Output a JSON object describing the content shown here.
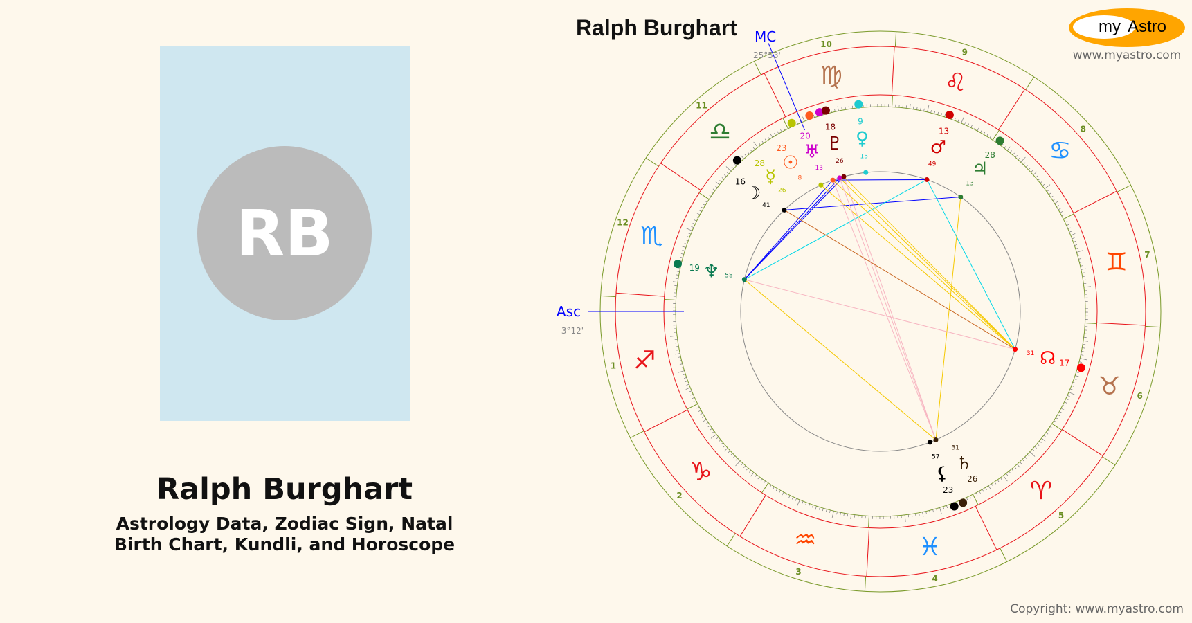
{
  "profile": {
    "initials": "RB",
    "name": "Ralph Burghart",
    "subtitle_line1": "Astrology Data, Zodiac Sign, Natal",
    "subtitle_line2": "Birth Chart, Kundli, and Horoscope"
  },
  "chart": {
    "title": "Ralph Burghart",
    "mc_label": "MC",
    "mc_value": "25°53'",
    "mc_longitude": 175.88,
    "asc_label": "Asc",
    "asc_value": "3°12'",
    "asc_longitude": 243.2,
    "house_cusps": [
      239.2,
      270.2,
      301.2,
      330.2,
      359.2,
      30.2,
      60.2,
      90.2,
      120.2,
      150.2,
      179.2,
      209.2
    ],
    "house_numbers": [
      "1",
      "2",
      "3",
      "4",
      "5",
      "6",
      "7",
      "8",
      "9",
      "10",
      "11",
      "12"
    ],
    "signs": [
      {
        "name": "aries",
        "glyph": "♈",
        "color": "#e8141a"
      },
      {
        "name": "taurus",
        "glyph": "♉",
        "color": "#b5734f"
      },
      {
        "name": "gemini",
        "glyph": "♊",
        "color": "#ff4500"
      },
      {
        "name": "cancer",
        "glyph": "♋",
        "color": "#1e90ff"
      },
      {
        "name": "leo",
        "glyph": "♌",
        "color": "#e8141a"
      },
      {
        "name": "virgo",
        "glyph": "♍",
        "color": "#b5734f"
      },
      {
        "name": "libra",
        "glyph": "♎",
        "color": "#2e7d32"
      },
      {
        "name": "scorpio",
        "glyph": "♏",
        "color": "#1e90ff"
      },
      {
        "name": "sagittarius",
        "glyph": "♐",
        "color": "#e8141a"
      },
      {
        "name": "capricorn",
        "glyph": "♑",
        "color": "#e8141a"
      },
      {
        "name": "aquarius",
        "glyph": "♒",
        "color": "#ff4500"
      },
      {
        "name": "pisces",
        "glyph": "♓",
        "color": "#1e90ff"
      }
    ],
    "planets": [
      {
        "id": "sun",
        "glyph": "☉",
        "lon": 173.13,
        "deg": "23",
        "min": "8",
        "color": "#ff5a1f"
      },
      {
        "id": "moon",
        "glyph": "☽",
        "lon": 196.68,
        "deg": "16",
        "min": "41",
        "color": "#000000"
      },
      {
        "id": "mercury",
        "glyph": "☿",
        "lon": 178.43,
        "deg": "28",
        "min": "26",
        "color": "#b8c400"
      },
      {
        "id": "venus",
        "glyph": "♀",
        "lon": 159.25,
        "deg": "9",
        "min": "15",
        "color": "#1ecbd0"
      },
      {
        "id": "mars",
        "glyph": "♂",
        "lon": 133.82,
        "deg": "13",
        "min": "49",
        "color": "#d00000"
      },
      {
        "id": "jupiter",
        "glyph": "♃",
        "lon": 118.22,
        "deg": "28",
        "min": "13",
        "color": "#2e7d32"
      },
      {
        "id": "saturn",
        "glyph": "♄",
        "lon": 356.52,
        "deg": "26",
        "min": "31",
        "color": "#3a2008"
      },
      {
        "id": "lilith",
        "glyph": "⚸",
        "lon": 353.95,
        "deg": "23",
        "min": "57",
        "color": "#000000"
      },
      {
        "id": "uranus",
        "glyph": "♅",
        "lon": 170.22,
        "deg": "20",
        "min": "13",
        "color": "#cc00cc"
      },
      {
        "id": "neptune",
        "glyph": "♆",
        "lon": 229.97,
        "deg": "19",
        "min": "58",
        "color": "#0a7a50"
      },
      {
        "id": "pluto",
        "glyph": "♇",
        "lon": 168.43,
        "deg": "18",
        "min": "26",
        "color": "#7a0000"
      },
      {
        "id": "node",
        "glyph": "☊",
        "lon": 47.52,
        "deg": "17",
        "min": "31",
        "color": "#ff0000"
      }
    ],
    "aspects": [
      {
        "a": "neptune",
        "b": "sun",
        "type": "sextile",
        "color": "#0000ff"
      },
      {
        "a": "neptune",
        "b": "uranus",
        "type": "sextile",
        "color": "#0000ff"
      },
      {
        "a": "neptune",
        "b": "pluto",
        "type": "sextile",
        "color": "#0000ff"
      },
      {
        "a": "moon",
        "b": "jupiter",
        "type": "sextile",
        "color": "#0000ff"
      },
      {
        "a": "sun",
        "b": "mars",
        "type": "sextile",
        "color": "#0000ff"
      },
      {
        "a": "neptune",
        "b": "mars",
        "type": "square",
        "color": "#00d8e8"
      },
      {
        "a": "mars",
        "b": "node",
        "type": "square",
        "color": "#00d8e8"
      },
      {
        "a": "sun",
        "b": "node",
        "type": "trine",
        "color": "#f5c800"
      },
      {
        "a": "uranus",
        "b": "node",
        "type": "trine",
        "color": "#f5c800"
      },
      {
        "a": "pluto",
        "b": "node",
        "type": "trine",
        "color": "#f5c800"
      },
      {
        "a": "mercury",
        "b": "node",
        "type": "trine",
        "color": "#f5c800"
      },
      {
        "a": "jupiter",
        "b": "saturn",
        "type": "trine",
        "color": "#f5c800"
      },
      {
        "a": "neptune",
        "b": "saturn",
        "type": "trine",
        "color": "#f5c800"
      },
      {
        "a": "sun",
        "b": "saturn",
        "type": "opposition",
        "color": "#f7b6c2"
      },
      {
        "a": "uranus",
        "b": "saturn",
        "type": "opposition",
        "color": "#f7b6c2"
      },
      {
        "a": "pluto",
        "b": "saturn",
        "type": "opposition",
        "color": "#f7b6c2"
      },
      {
        "a": "neptune",
        "b": "node",
        "type": "opposition",
        "color": "#f7b6c2"
      },
      {
        "a": "moon",
        "b": "node",
        "type": "quincunx",
        "color": "#c8641e"
      }
    ]
  },
  "logo": {
    "my": "my",
    "astro": "Astro",
    "url": "www.myastro.com",
    "orange": "#ffa500"
  },
  "footer": {
    "copyright": "Copyright: www.myastro.com"
  }
}
